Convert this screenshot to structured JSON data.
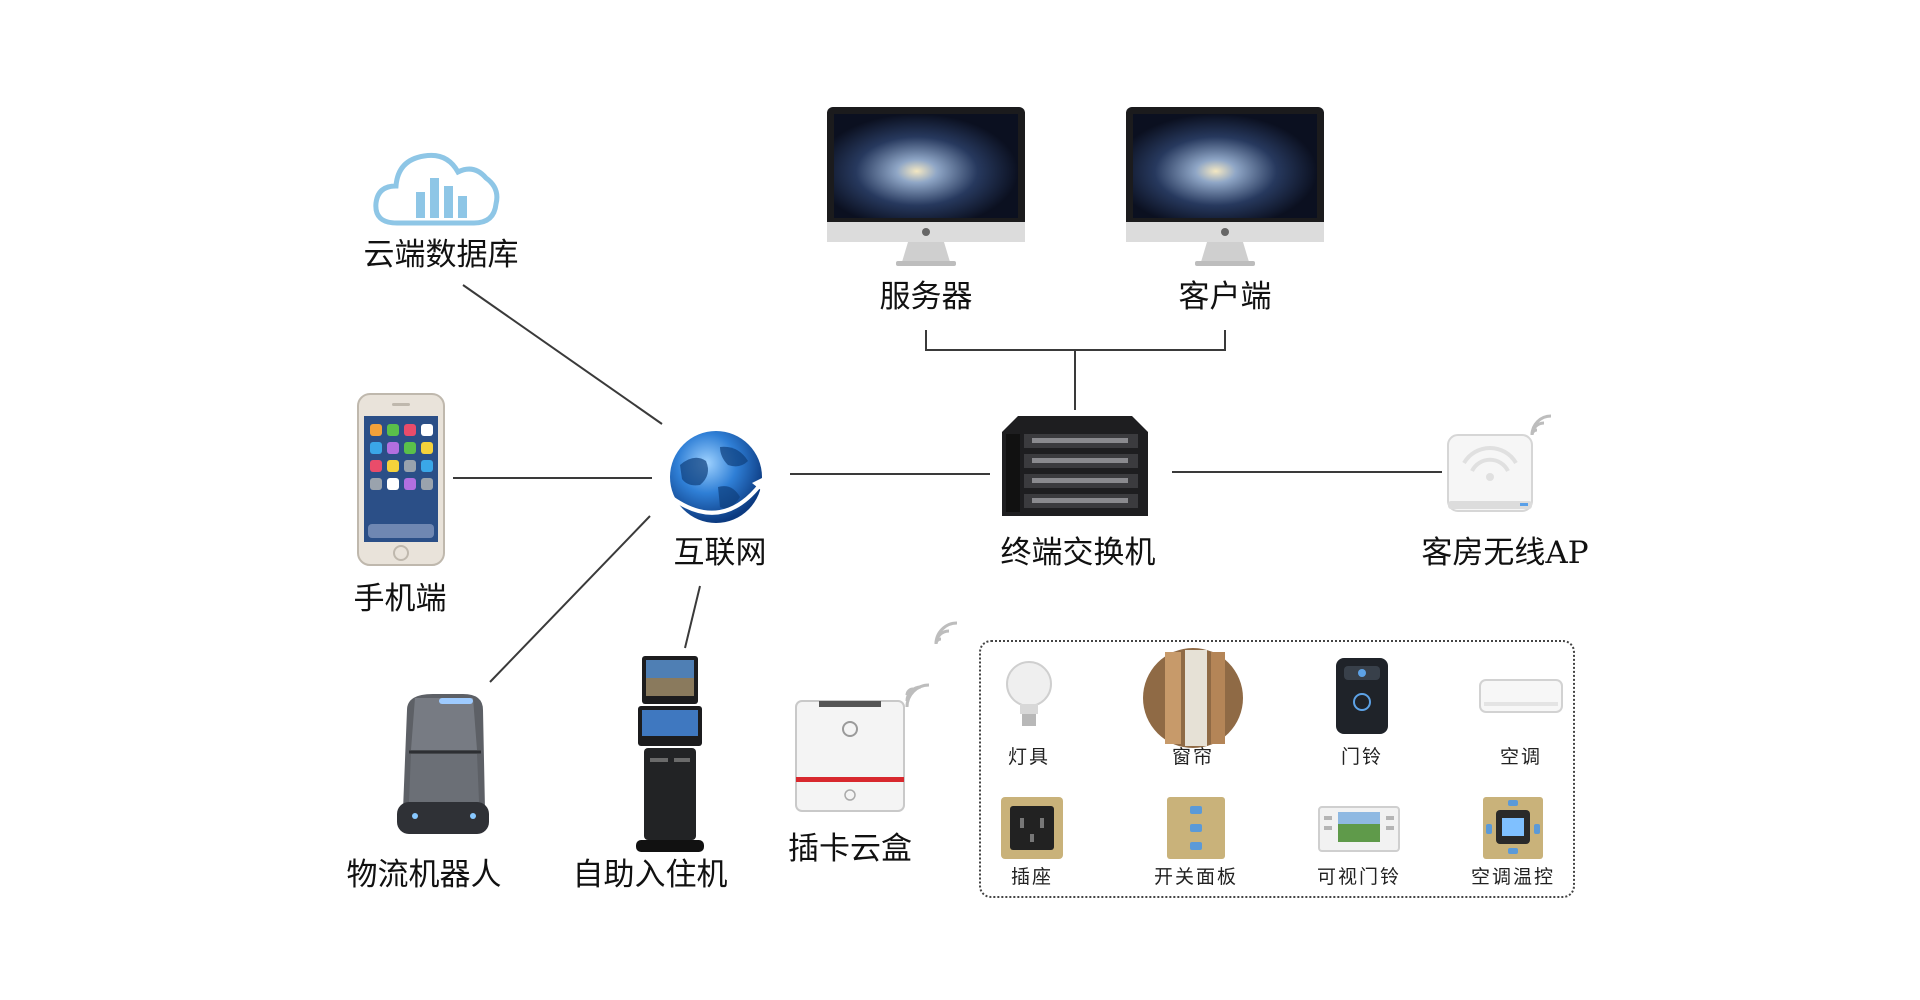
{
  "nodes": {
    "cloud_db": "云端数据库",
    "phone": "手机端",
    "robot": "物流机器人",
    "kiosk": "自助入住机",
    "card_box": "插卡云盒",
    "internet": "互联网",
    "server": "服务器",
    "client": "客户端",
    "switch": "终端交换机",
    "wireless_ap": "客房无线AP"
  },
  "devices": {
    "lamp": "灯具",
    "curtain": "窗帘",
    "doorbell": "门铃",
    "ac": "空调",
    "socket": "插座",
    "switch_panel": "开关面板",
    "video_doorbell": "可视门铃",
    "ac_thermostat": "空调温控"
  },
  "colors": {
    "line": "#3a3a3a",
    "cloud": "#8ec6e6",
    "globe": "#1d5fb0",
    "panel_gold": "#c9b27a"
  }
}
